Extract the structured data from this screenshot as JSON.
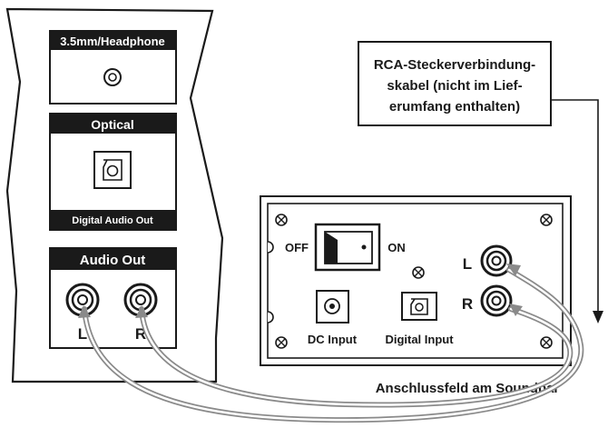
{
  "device_panel": {
    "headphone_label": "3.5mm/Headphone",
    "optical_label": "Optical",
    "digital_audio_out_label": "Digital Audio Out",
    "audio_out_label": "Audio Out",
    "left_label": "L",
    "right_label": "R"
  },
  "callout": {
    "line1": "RCA-Steckerverbindung-",
    "line2": "skabel (nicht im Lief-",
    "line3": "erumfang enthalten)"
  },
  "soundbar_panel": {
    "off_label": "OFF",
    "on_label": "ON",
    "dc_input_label": "DC Input",
    "digital_input_label": "Digital Input",
    "left_label": "L",
    "right_label": "R",
    "caption": "Anschlussfeld am Soundbar"
  },
  "colors": {
    "ink": "#1a1a1a",
    "cable": "#8a8a8a",
    "panel_label_bg": "#1a1a1a",
    "panel_label_text": "#ffffff"
  }
}
